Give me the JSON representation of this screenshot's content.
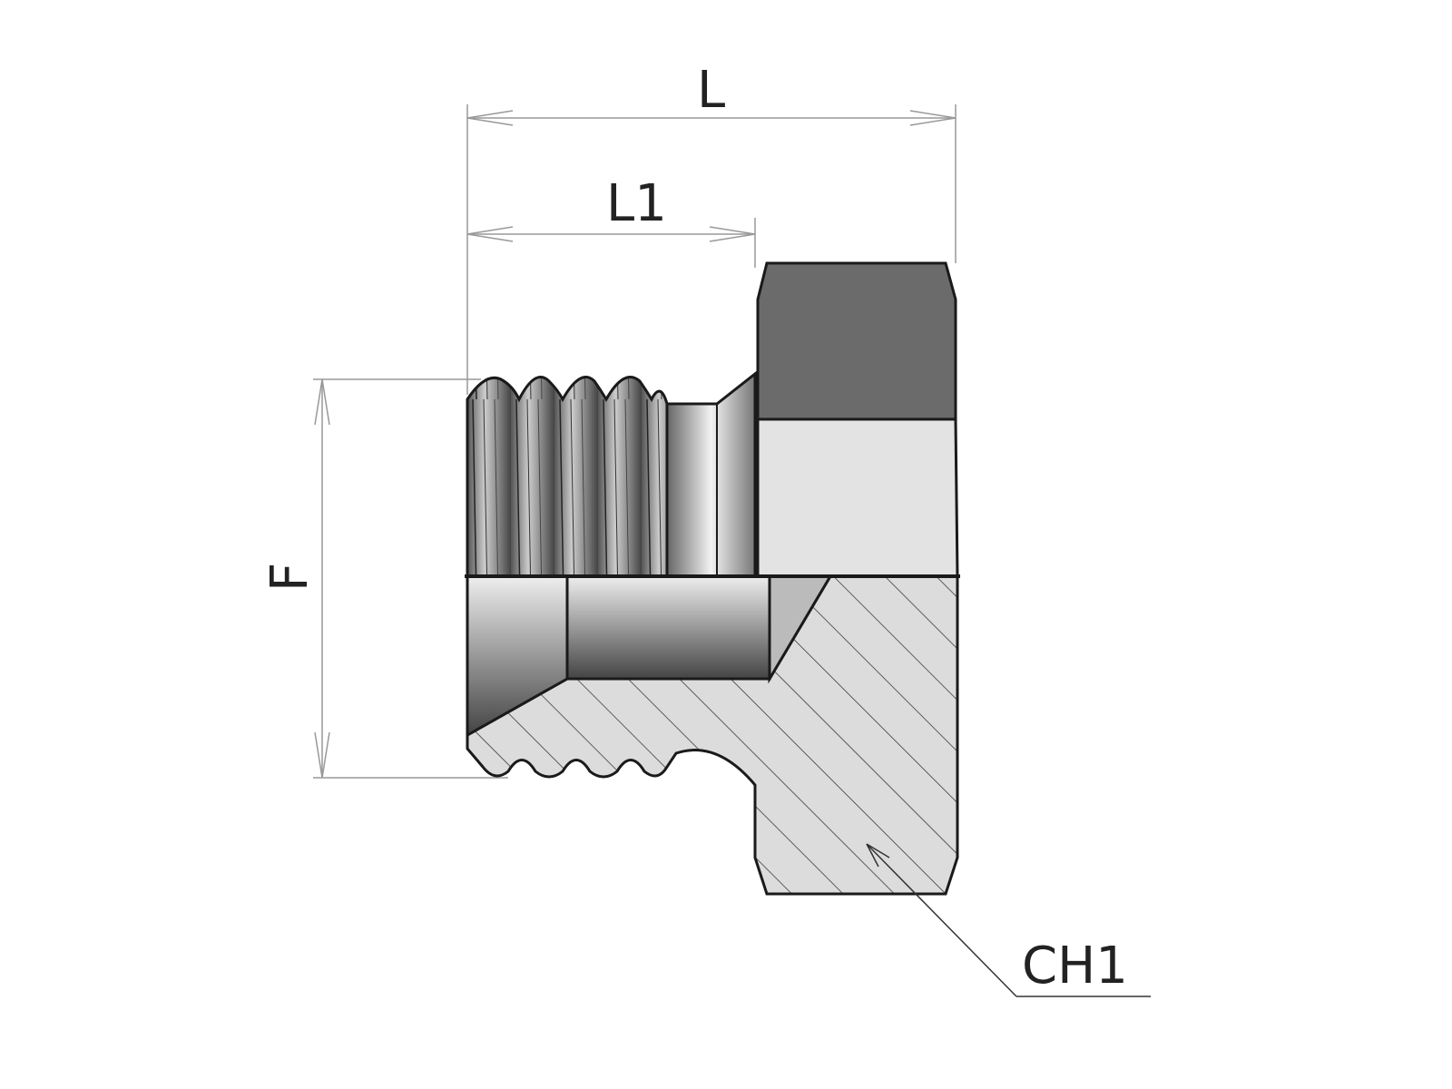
{
  "drawing": {
    "labels": {
      "length": "L",
      "thread_length": "L1",
      "thread_diameter": "F",
      "hex_size": "CH1"
    },
    "colors": {
      "outline": "#1a1a1a",
      "hex_dark": "#6b6b6b",
      "hex_light": "#e0e0e0",
      "section_fill": "#d9d9d9",
      "dimension": "#999999"
    }
  }
}
